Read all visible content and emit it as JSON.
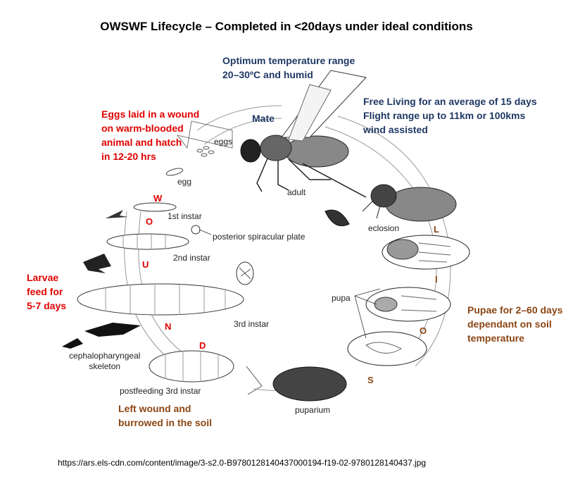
{
  "title": "OWSWF Lifecycle – Completed in <20days under ideal conditions",
  "colors": {
    "blue": "#1f3864",
    "red": "#e00000",
    "brown": "#8b4513"
  },
  "notes": {
    "temperature": [
      "Optimum temperature range",
      "20–30ºC and humid"
    ],
    "mate": "Mate",
    "free_living": [
      "Free Living for an average of 15 days",
      "Flight range up to 11km or 100kms",
      "wind assisted"
    ],
    "eggs_laid": [
      "Eggs laid in a wound",
      "on warm-blooded",
      "animal and hatch",
      "in 12-20 hrs"
    ],
    "larvae": [
      "Larvae",
      "feed for",
      "5-7 days"
    ],
    "pupae": [
      "Pupae for 2–60 days",
      "dependant on soil",
      "temperature"
    ],
    "left_wound": [
      "Left wound and",
      "burrowed in the soil"
    ]
  },
  "wound_letters": [
    "W",
    "O",
    "U",
    "N",
    "D"
  ],
  "soils_letters": [
    "L",
    "I",
    "O",
    "S"
  ],
  "labels": {
    "eggs": "eggs",
    "egg": "egg",
    "adult": "adult",
    "eclosion": "eclosion",
    "first_instar": "1st instar",
    "posterior_spiracular_plate": "posterior spiracular plate",
    "second_instar": "2nd instar",
    "third_instar": "3rd instar",
    "pupa": "pupa",
    "cephalopharyngeal_skeleton": [
      "cephalopharyngeal",
      "skeleton"
    ],
    "postfeeding_third_instar": "postfeeding 3rd instar",
    "puparium": "puparium"
  },
  "source_url": "https://ars.els-cdn.com/content/image/3-s2.0-B9780128140437000194-f19-02-9780128140437.jpg"
}
